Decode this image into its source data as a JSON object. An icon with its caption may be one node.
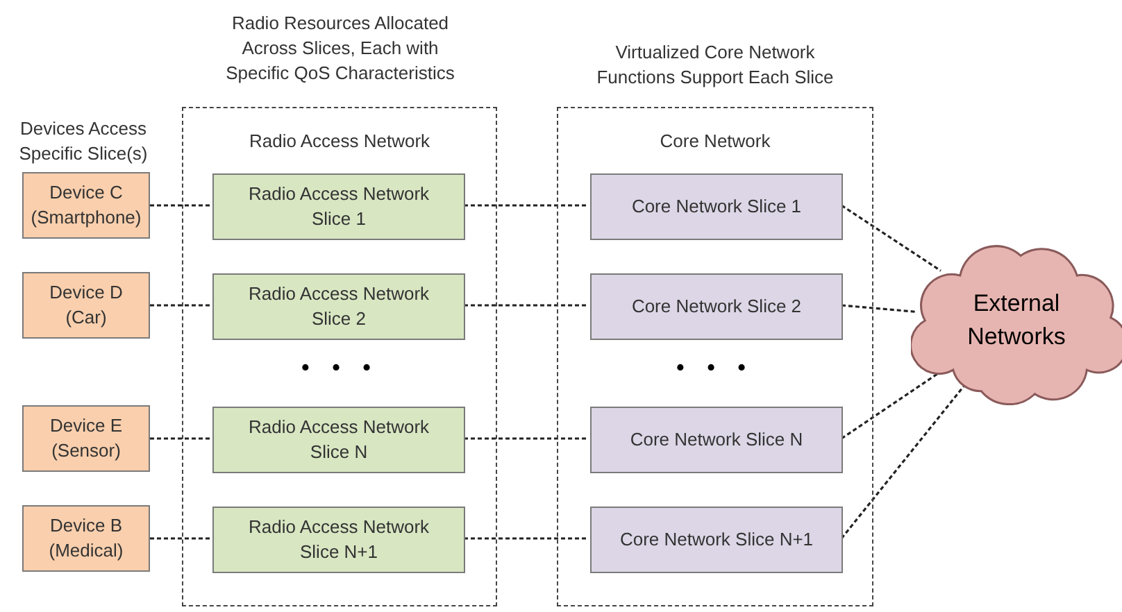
{
  "diagram": {
    "nodes": [
      {
        "text": [
          "Radio Access Network"
        ],
        "beside": [
          "Radio Resources Allocated Across Slices, Each with Specific QoS Characteristics"
        ]
      },
      {
        "text": [
          "Core Network"
        ],
        "beside": [
          "Virtualized Core Network Functions Support Each Slice"
        ]
      },
      {
        "text": [
          "Device C (Smartphone)"
        ]
      },
      {
        "text": [
          "Radio Access Network Slice 1"
        ],
        "in": 0
      },
      {
        "text": [
          "Core Network Slice 1"
        ],
        "in": 1
      },
      {
        "text": [
          "Device D (Car)"
        ]
      },
      {
        "text": [
          "Radio Access Network Slice 2"
        ],
        "in": 0
      },
      {
        "text": [
          "Core Network Slice 2"
        ],
        "in": 1
      },
      {
        "text": [
          "Device E (Sensor)"
        ]
      },
      {
        "text": [
          "Radio Access Network Slice N"
        ],
        "in": 0
      },
      {
        "text": [
          "Core Network Slice N"
        ],
        "in": 1
      },
      {
        "text": [
          "Device B (Medical)"
        ]
      },
      {
        "text": [
          "Radio Access Network Slice N+1"
        ],
        "in": 0
      },
      {
        "text": [
          "Core Network Slice N+1"
        ],
        "in": 1
      },
      {
        "text": [
          "External Networks"
        ]
      }
    ],
    "edges": [
      {
        "from": 2,
        "to": 3,
        "arrow": "none",
        "style": "dashed"
      },
      {
        "from": 3,
        "to": 4,
        "arrow": "none",
        "style": "dashed"
      },
      {
        "from": 4,
        "to": 14,
        "arrow": "none",
        "style": "dashed"
      },
      {
        "from": 5,
        "to": 6,
        "arrow": "none",
        "style": "dashed"
      },
      {
        "from": 6,
        "to": 7,
        "arrow": "none",
        "style": "dashed"
      },
      {
        "from": 7,
        "to": 14,
        "arrow": "none",
        "style": "dashed"
      },
      {
        "from": 8,
        "to": 9,
        "arrow": "none",
        "style": "dashed"
      },
      {
        "from": 9,
        "to": 10,
        "arrow": "none",
        "style": "dashed"
      },
      {
        "from": 10,
        "to": 14,
        "arrow": "none",
        "style": "dashed"
      },
      {
        "from": 11,
        "to": 12,
        "arrow": "none",
        "style": "dashed"
      },
      {
        "from": 12,
        "to": 13,
        "arrow": "none",
        "style": "dashed"
      },
      {
        "from": 13,
        "to": 14,
        "arrow": "none",
        "style": "dashed"
      }
    ],
    "labels": [
      "Devices Access Specific Slice(s)",
      "• • •",
      "• • •"
    ]
  }
}
